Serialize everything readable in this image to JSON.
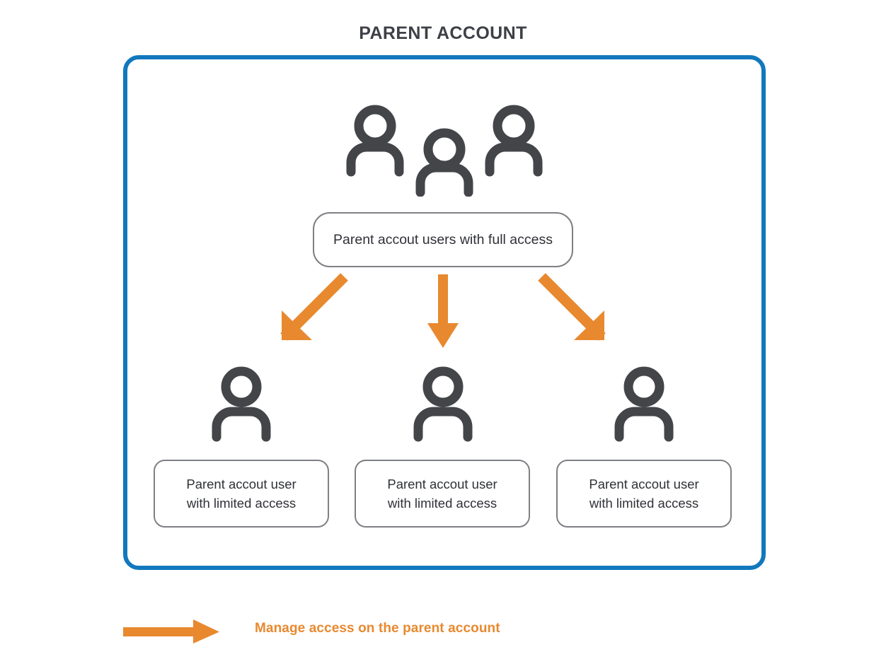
{
  "title": "PARENT ACCOUNT",
  "colors": {
    "frame_blue": "#1278bd",
    "arrow_orange": "#e8892f",
    "icon_gray": "#434549",
    "box_border_gray": "#7e8084",
    "title_gray": "#3d4046",
    "body_text": "#2f3136"
  },
  "parent_frame": {
    "name": "parent-account-container",
    "group_icon": "users-group-icon",
    "top_label": "Parent accout users with full access",
    "arrows": [
      {
        "name": "arrow-down-left",
        "direction": "down-left"
      },
      {
        "name": "arrow-down",
        "direction": "down"
      },
      {
        "name": "arrow-down-right",
        "direction": "down-right"
      }
    ],
    "children": [
      {
        "icon": "person-icon",
        "line1": "Parent accout user",
        "line2": "with limited access"
      },
      {
        "icon": "person-icon",
        "line1": "Parent accout user",
        "line2": "with limited access"
      },
      {
        "icon": "person-icon",
        "line1": "Parent accout user",
        "line2": "with limited access"
      }
    ]
  },
  "legend": {
    "arrow_icon": "arrow-right-icon",
    "label": "Manage access on the parent account"
  }
}
